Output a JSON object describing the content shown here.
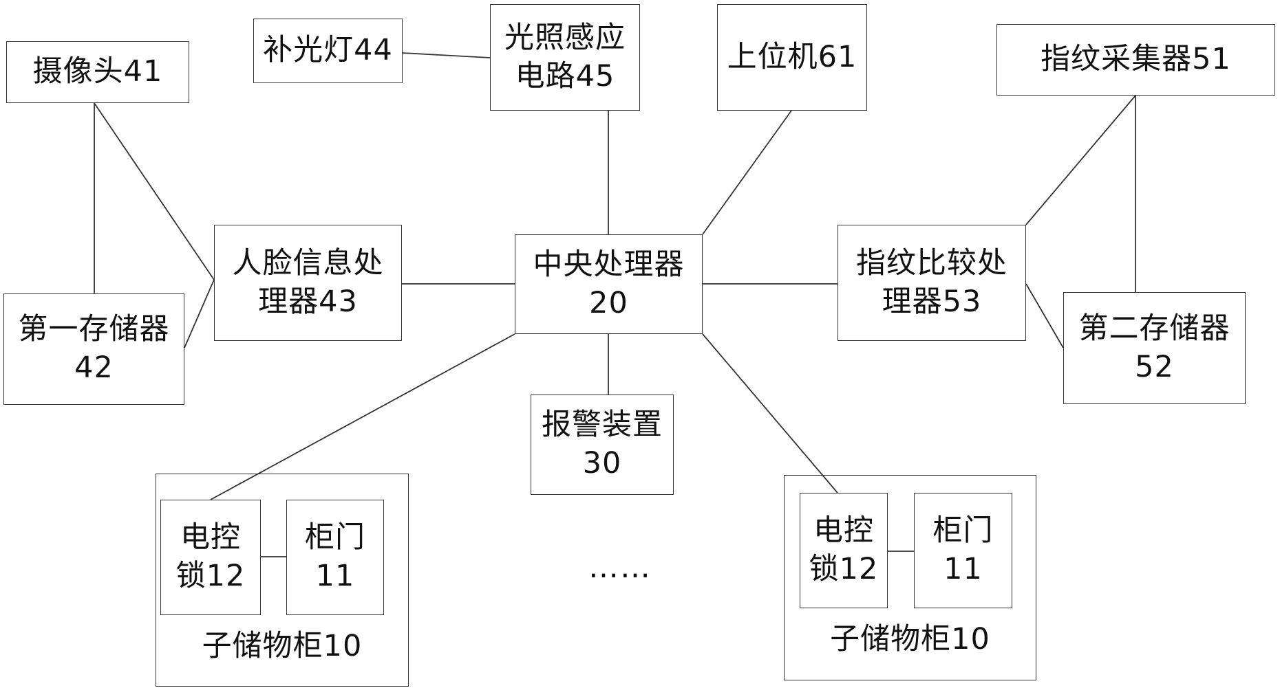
{
  "diagram": {
    "nodes": {
      "camera": [
        "摄像头41"
      ],
      "fill_light": [
        "补光灯44"
      ],
      "light_sensor": [
        "光照感应",
        "电路45"
      ],
      "host_computer": [
        "上位机61"
      ],
      "fingerprint_collector": [
        "指纹采集器51"
      ],
      "face_processor": [
        "人脸信息处",
        "理器43"
      ],
      "cpu": [
        "中央处理器",
        "20"
      ],
      "fingerprint_processor": [
        "指纹比较处",
        "理器53"
      ],
      "first_memory": [
        "第一存储器",
        "42"
      ],
      "second_memory": [
        "第二存储器",
        "52"
      ],
      "alarm": [
        "报警装置",
        "30"
      ],
      "lock_left": [
        "电控",
        "锁12"
      ],
      "door_left": [
        "柜门",
        "11"
      ],
      "lock_right": [
        "电控",
        "锁12"
      ],
      "door_right": [
        "柜门",
        "11"
      ]
    },
    "cabinet_left_caption": "子储物柜10",
    "cabinet_right_caption": "子储物柜10",
    "ellipsis": "……",
    "colors": {
      "stroke": "#333333",
      "text": "#111111",
      "background": "#ffffff"
    }
  }
}
